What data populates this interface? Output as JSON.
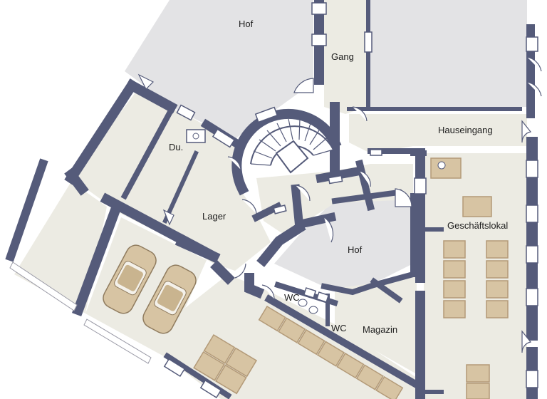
{
  "colors": {
    "wall": "#555b7a",
    "courtyard": "#e3e3e5",
    "floor": "#ecebe3",
    "furniture": "#b39a78",
    "furniture_light": "#d7c4a3",
    "window": "#ffffff",
    "label": "#1d1d1d"
  },
  "rooms": {
    "hof_top": "Hof",
    "gang": "Gang",
    "hauseingang": "Hauseingang",
    "du": "Du.",
    "lager": "Lager",
    "geschaeftslokal": "Geschäftslokal",
    "hof_center": "Hof",
    "wc_1": "WC",
    "wc_2": "WC",
    "magazin": "Magazin"
  },
  "icons": {
    "car": "car-icon",
    "staircase": "spiral-staircase-icon",
    "door": "door-swing-icon",
    "shower": "shower-icon",
    "toilet": "toilet-icon",
    "window": "window-icon"
  }
}
